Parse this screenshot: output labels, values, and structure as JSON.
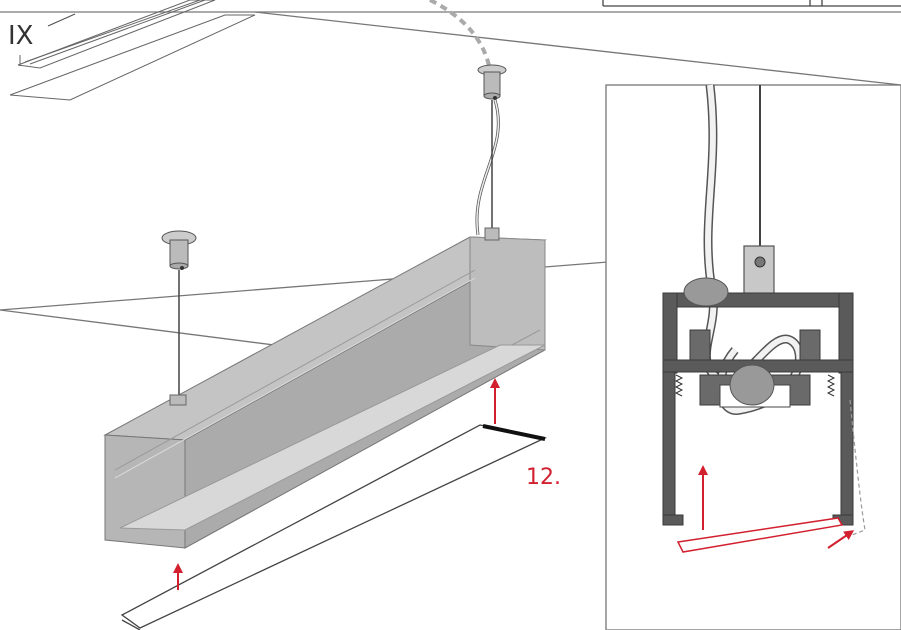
{
  "figure": {
    "panel_label": "IX",
    "step_label": "12."
  },
  "colors": {
    "line": "#555555",
    "profile_gray": "#b3b3b3",
    "profile_light": "#cfcfcf",
    "profile_dark": "#8c8c8c",
    "section_dark": "#5a5a5a",
    "arrow_red": "#d2202f",
    "cable_fill": "#f2f2f2"
  },
  "icons": {
    "arrow": "red-up-arrow",
    "suspension": "ceiling-canopy-icon"
  }
}
